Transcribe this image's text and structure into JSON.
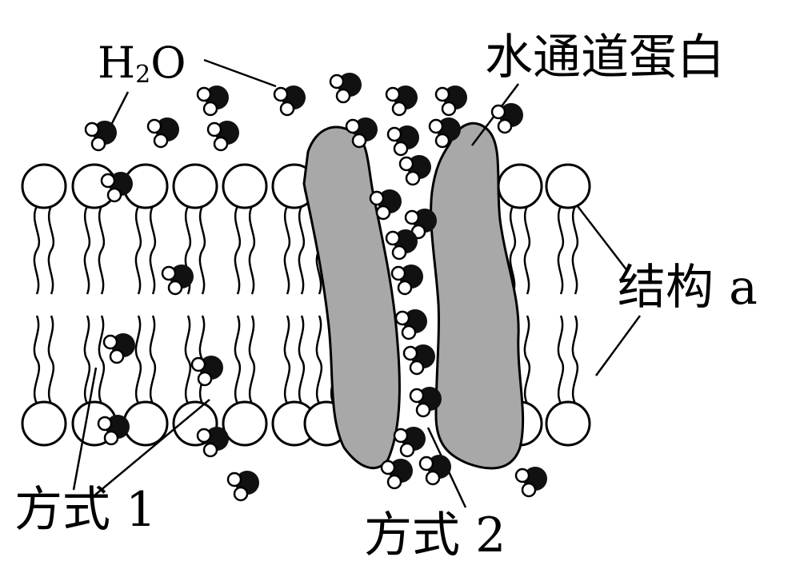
{
  "labels": {
    "water_main": "H",
    "water_sub": "2",
    "water_tail": "O",
    "aquaporin": "水通道蛋白",
    "structure_a": "结构 a",
    "method_1": "方式 1",
    "method_2": "方式 2"
  },
  "colors": {
    "protein_fill": "#a8a8a8",
    "oxygen": "#111111",
    "hydrogen": "#ffffff",
    "line": "#000000"
  }
}
